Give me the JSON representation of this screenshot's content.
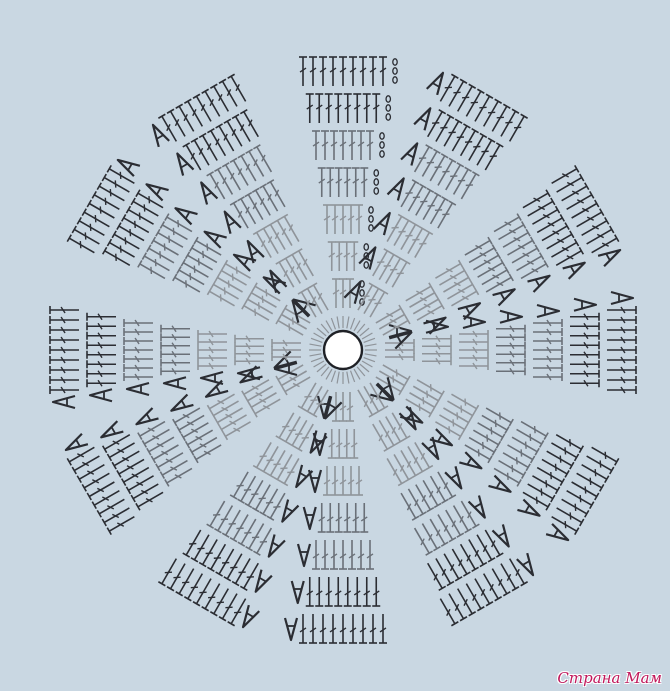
{
  "diagram": {
    "type": "crochet-chart",
    "center": "magic-ring",
    "wedge_count": 12,
    "wedge_angles_deg": [
      0,
      30,
      60,
      90,
      120,
      150,
      180,
      210,
      240,
      270,
      300,
      330
    ],
    "chain_wedge_angle_deg": 270,
    "symbols": [
      "double-crochet",
      "decrease-v",
      "chain-oval"
    ],
    "colors": {
      "background": "#c9d7e2",
      "stitch_dark": "#2b2d33",
      "stitch_mid": "#6a7078",
      "stitch_light": "#8f949a",
      "watermark": "#c2185b"
    }
  },
  "watermark": {
    "text": "Страна Мам"
  }
}
